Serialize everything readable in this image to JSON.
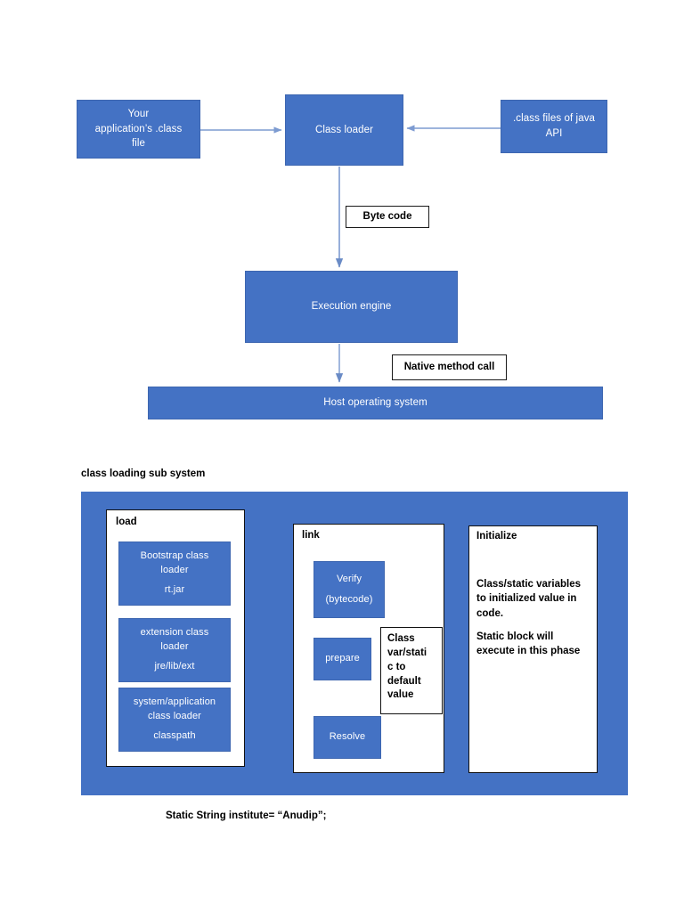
{
  "diagram": {
    "top": {
      "app_class_file": {
        "lines": [
          "Your",
          "application’s .class",
          "file"
        ]
      },
      "class_loader": {
        "label": "Class loader"
      },
      "java_api_class_files": {
        "lines": [
          ".class files of java",
          "API"
        ]
      },
      "byte_code_label": "Byte code",
      "execution_engine": {
        "label": "Execution engine"
      },
      "native_method_call_label": "Native method call",
      "host_operating_system": {
        "label": "Host operating system"
      }
    },
    "subsystem": {
      "caption": "class loading sub system",
      "load": {
        "title": "load",
        "boxes": [
          {
            "lines": [
              "Bootstrap class",
              "loader",
              "",
              "rt.jar"
            ]
          },
          {
            "lines": [
              "extension class",
              "loader",
              "",
              "jre/lib/ext"
            ]
          },
          {
            "lines": [
              "system/application",
              "class loader",
              "",
              "classpath"
            ]
          }
        ]
      },
      "link": {
        "title": "link",
        "verify": {
          "lines": [
            "Verify",
            "",
            "(bytecode)"
          ]
        },
        "prepare": {
          "label": "prepare"
        },
        "resolve": {
          "label": "Resolve"
        },
        "note": {
          "lines": [
            "Class",
            "var/stati",
            "c to",
            "default",
            "value"
          ]
        }
      },
      "initialize": {
        "title": "Initialize",
        "paragraphs": [
          "Class/static variables to initialized value in code.",
          "Static block will execute in this phase"
        ]
      }
    },
    "footer_code": "Static String institute= “Anudip”;"
  },
  "colors": {
    "box_fill": "#4472C4",
    "box_text": "#FFFFFF",
    "arrow": "#7D9BD1",
    "outline": "#111111",
    "page_background": "#FFFFFF"
  }
}
